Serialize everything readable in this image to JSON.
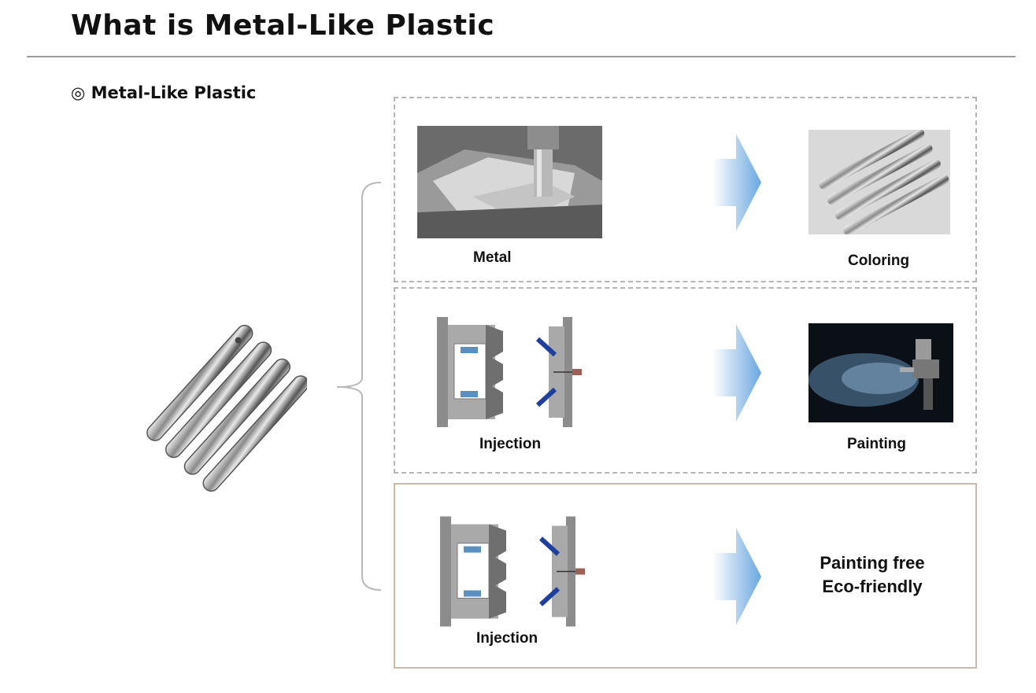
{
  "page": {
    "title": "What is Metal-Like Plastic",
    "subtitle": "◎ Metal-Like Plastic"
  },
  "rows": [
    {
      "source_label": "Metal",
      "target_label": "Coloring"
    },
    {
      "source_label": "Injection",
      "target_label": "Painting"
    },
    {
      "source_label": "Injection",
      "result_line1": "Painting free",
      "result_line2": "Eco-friendly"
    }
  ],
  "colors": {
    "arrow_light": "#ffffff",
    "arrow_dark": "#6aa7df",
    "dashed_border": "#b5b5b5",
    "solid_border": "#c9b9a6",
    "rule": "#9a9a9a"
  }
}
